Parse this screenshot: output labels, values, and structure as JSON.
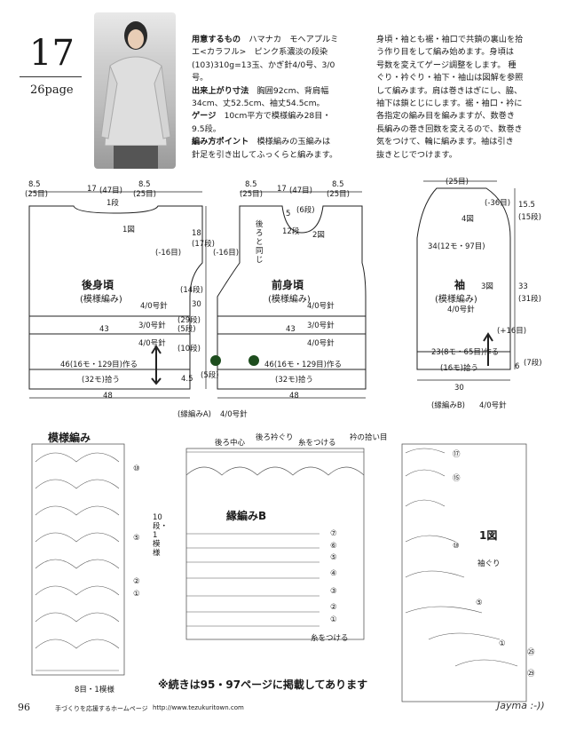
{
  "header": {
    "pattern_number": "17",
    "page_ref": "26page"
  },
  "materials": {
    "label": "用意するもの",
    "line1": "ハマナカ　モヘアプルミ",
    "line2": "エ<カラフル>　ピンク系濃淡の段染",
    "line3": "(103)310g=13玉、かぎ針4/0号、3/0",
    "line4": "号。"
  },
  "finish": {
    "label": "出来上がり寸法",
    "line1": "胸囲92cm、背肩幅",
    "line2": "34cm、丈52.5cm、袖丈54.5cm。"
  },
  "gauge": {
    "label": "ゲージ",
    "line1": "10cm平方で模様編み28目・",
    "line2": "9.5段。"
  },
  "point": {
    "label": "編み方ポイント",
    "line1": "模様編みの玉編みは",
    "line2": "針足を引き出してふっくらと編みます。"
  },
  "instructions": [
    "身頃・袖とも裾・袖口で共鎖の裏山を拾",
    "う作り目をして編み始めます。身頃は",
    "号数を変えてゲージ調整をします。 種",
    "ぐり・衿ぐり・袖下・袖山は図解を参照",
    "して編みます。肩は巻きはぎにし、脇、",
    "袖下は鎖とじにします。裾・袖口・衿に",
    "各指定の編み目を編みますが、数巻き",
    "長編みの巻き回数を変えるので、数巻き",
    "気をつけて、輪に編みます。袖は引き",
    "抜きとじでつけます。"
  ],
  "back": {
    "title": "後身頃",
    "subtitle": "(模様編み)",
    "fig": "1図",
    "w_left": "8.5",
    "w_left_m": "(25目)",
    "w_mid": "17",
    "w_mid_m": "(47目)",
    "w_right": "8.5",
    "w_right_m": "(25目)",
    "neck": "1段",
    "side_dec": "(-16目)",
    "rows_14": "(14段)",
    "needle1": "4/0号針",
    "needle2": "3/0号針",
    "needle3": "4/0号針",
    "num43": "43",
    "start": "46(16モ・129目)作る",
    "pick": "(32モ)拾う",
    "bottom": "48",
    "h_18": "18",
    "h_17": "(17段)",
    "h_30": "30",
    "h_29": "(29段)",
    "s5": "(5段)",
    "s10": "(10段)",
    "h45": "4.5",
    "s5b": "(5段)"
  },
  "front": {
    "title": "前身頃",
    "subtitle": "(模様編み)",
    "fig": "2図",
    "w_left": "8.5",
    "w_left_m": "(25目)",
    "w_mid": "17",
    "w_mid_m": "(47目)",
    "w_right": "8.5",
    "w_right_m": "(25目)",
    "neck5": "5",
    "neck6": "(6段)",
    "neck12": "12段",
    "same": "後ろと同じ",
    "side_dec": "(-16目)",
    "needle1": "4/0号針",
    "needle2": "3/0号針",
    "needle3": "4/0号針",
    "num43": "43",
    "start": "46(16モ・129目)作る",
    "pick": "(32モ)拾う",
    "bottom": "48",
    "edging": "(縁編みA)",
    "edging_needle": "4/0号針"
  },
  "sleeve": {
    "title": "袖",
    "subtitle": "(模様編み)",
    "needle": "4/0号針",
    "fig4": "4図",
    "fig3": "3図",
    "top": "(25目)",
    "dec36": "(-36目)",
    "h155": "15.5",
    "h15": "(15段)",
    "width": "34(12モ・97目)",
    "h33": "33",
    "h31": "(31段)",
    "inc16": "(+16目)",
    "start": "23(8モ・65目)作る",
    "pick": "(16モ)拾う",
    "h6": "6",
    "h7": "(7段)",
    "bottom": "30",
    "edging": "(縁編みB)",
    "edging_needle": "4/0号針"
  },
  "chart_pattern": {
    "title": "模様編み",
    "r10": "⑩",
    "r5": "⑤",
    "r2": "②",
    "r1": "①",
    "repeat_rows": "10段・1模様",
    "repeat_sts": "8目・1模様"
  },
  "chart_edge": {
    "title": "縁編みB",
    "back_center": "後ろ中心",
    "back_neck": "後ろ衿ぐり",
    "attach": "糸をつける",
    "neck_pick": "衿の拾い目",
    "attach2": "糸をつける",
    "rows": [
      "⑦",
      "⑥",
      "⑤",
      "④",
      "③",
      "②",
      "①"
    ]
  },
  "chart_fig1": {
    "title": "1図",
    "subtitle": "袖ぐり",
    "r17": "⑰",
    "r15": "⑮",
    "r10": "⑩",
    "r5": "⑤",
    "r1": "①",
    "r25": "㉕",
    "r29": "㉙"
  },
  "footer": {
    "note": "※続きは95・97ページに掲載してあります",
    "page": "96",
    "site_label": "手づくりを応援するホームページ",
    "url": "http://www.tezukuritown.com",
    "watermark": "Jayma :-))"
  }
}
